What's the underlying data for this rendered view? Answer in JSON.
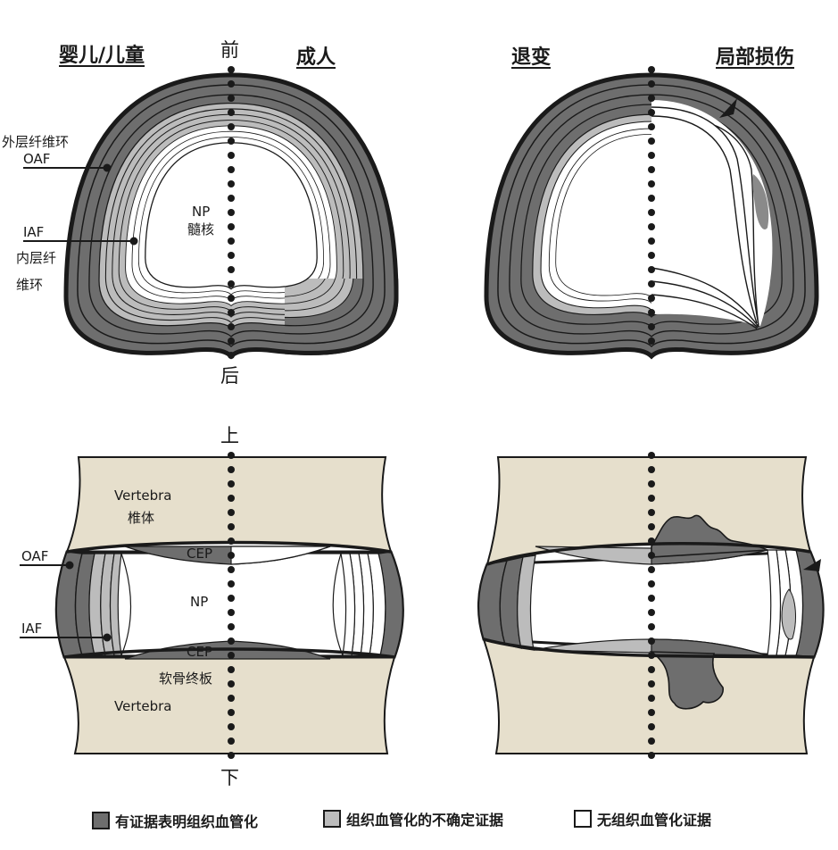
{
  "headers": {
    "infant_child": "婴儿/儿童",
    "adult": "成人",
    "degenerated": "退变",
    "local_injury": "局部损伤"
  },
  "axis": {
    "anterior": "前",
    "posterior": "后",
    "superior": "上",
    "inferior": "下"
  },
  "axial_labels": {
    "oaf_cn": "外层纤维环",
    "oaf": "OAF",
    "iaf": "IAF",
    "iaf_cn_1": "内层纤",
    "iaf_cn_2": "维环",
    "np": "NP",
    "np_cn": "髓核"
  },
  "sagittal_labels": {
    "vertebra_top": "Vertebra",
    "vertebra_top_cn": "椎体",
    "oaf": "OAF",
    "iaf": "IAF",
    "cep_top": "CEP",
    "np": "NP",
    "cep_bottom": "CEP",
    "cep_cn": "软骨终板",
    "vertebra_bottom": "Vertebra"
  },
  "legend": [
    {
      "label": "有证据表明组织血管化",
      "color": "#6e6e6e"
    },
    {
      "label": "组织血管化的不确定证据",
      "color": "#bcbcbc"
    },
    {
      "label": "无组织血管化证据",
      "color": "#ffffff"
    }
  ],
  "colors": {
    "vascularized": "#6e6e6e",
    "uncertain": "#bcbcbc",
    "none": "#ffffff",
    "bone": "#e6dfcc",
    "outline": "#1a1a1a"
  }
}
